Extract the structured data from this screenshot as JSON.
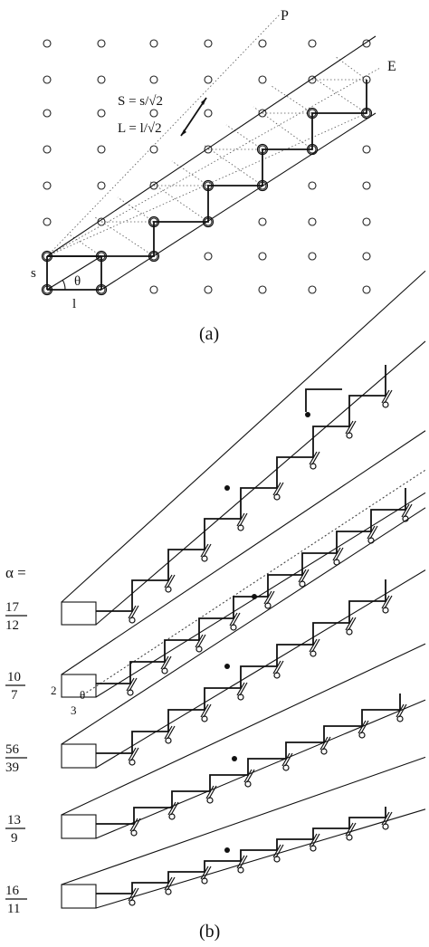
{
  "panel_a": {
    "caption": "(a)",
    "label_P": "P",
    "label_E": "E",
    "label_S_eq": "S = s/√2",
    "label_L_eq": "L = l/√2",
    "label_s": "s",
    "label_l": "l",
    "label_theta": "θ"
  },
  "panel_b": {
    "caption": "(b)",
    "alpha_label": "α =",
    "inset_2": "2",
    "inset_3": "3",
    "inset_theta": "θ",
    "fractions": [
      {
        "num": "17",
        "den": "12"
      },
      {
        "num": "10",
        "den": "7"
      },
      {
        "num": "56",
        "den": "39"
      },
      {
        "num": "13",
        "den": "9"
      },
      {
        "num": "16",
        "den": "11"
      }
    ]
  }
}
